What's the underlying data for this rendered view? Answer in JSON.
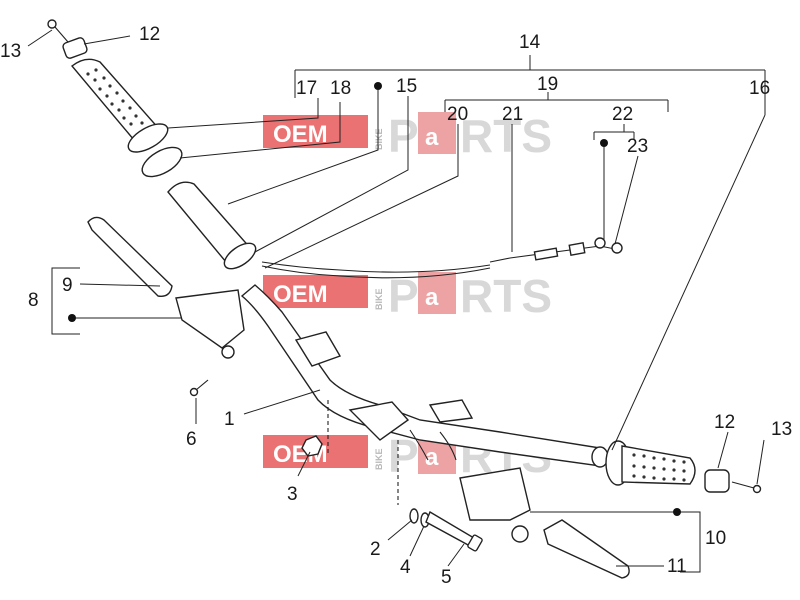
{
  "diagram": {
    "labels": {
      "n1": "1",
      "n2": "2",
      "n3": "3",
      "n4": "4",
      "n5": "5",
      "n6": "6",
      "n8": "8",
      "n9": "9",
      "n10": "10",
      "n11": "11",
      "n12a": "12",
      "n12b": "12",
      "n13a": "13",
      "n13b": "13",
      "n14": "14",
      "n15": "15",
      "n16": "16",
      "n17": "17",
      "n18": "18",
      "n19": "19",
      "n20": "20",
      "n21": "21",
      "n22": "22",
      "n23": "23"
    },
    "watermark": {
      "oem": "OEM",
      "bike": "BIKE",
      "parts_left": "P",
      "parts_mid": "a",
      "parts_right": "RTS"
    }
  }
}
